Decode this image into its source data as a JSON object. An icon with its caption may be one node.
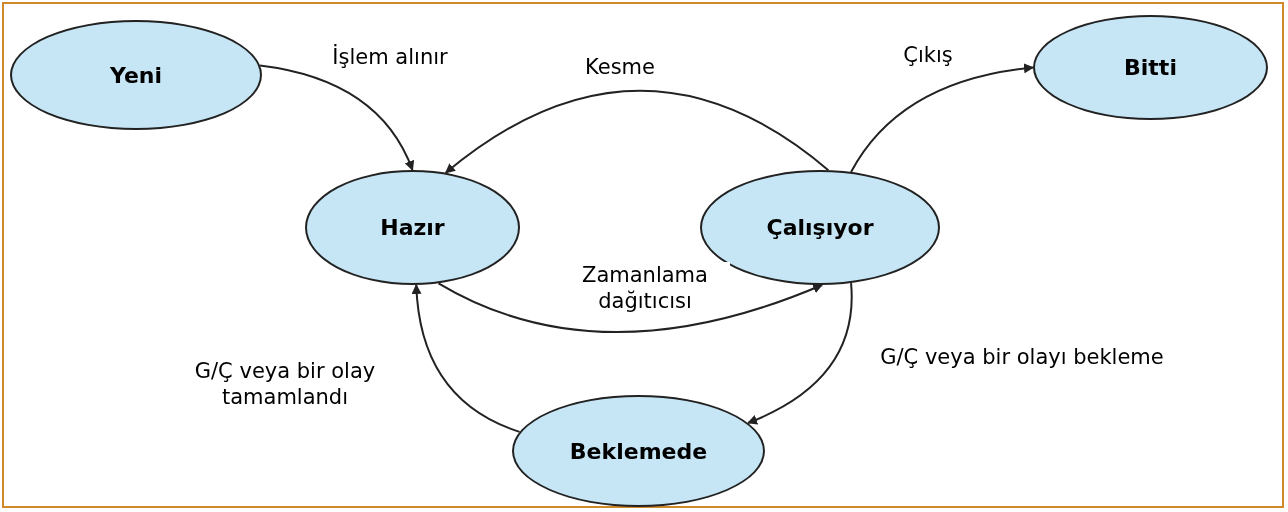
{
  "diagram": {
    "nodes": [
      {
        "text": [
          "Yeni"
        ]
      },
      {
        "text": [
          "Hazır"
        ]
      },
      {
        "text": [
          "Çalışıyor"
        ]
      },
      {
        "text": [
          "Bitti"
        ]
      },
      {
        "text": [
          "Beklemede"
        ]
      }
    ],
    "edges": [
      {
        "from": 0,
        "to": 1,
        "arrow": "to",
        "label": "İşlem alınır"
      },
      {
        "from": 2,
        "to": 1,
        "arrow": "to",
        "label": "Kesme"
      },
      {
        "from": 2,
        "to": 3,
        "arrow": "to",
        "label": "Çıkış"
      },
      {
        "from": 1,
        "to": 2,
        "arrow": "to",
        "label": "Zamanlama dağıtıcısı"
      },
      {
        "from": 2,
        "to": 4,
        "arrow": "to",
        "label": "G/Ç veya bir olayı bekleme"
      },
      {
        "from": 4,
        "to": 1,
        "arrow": "to",
        "label": "G/Ç veya bir olay tamamlandı"
      }
    ]
  }
}
